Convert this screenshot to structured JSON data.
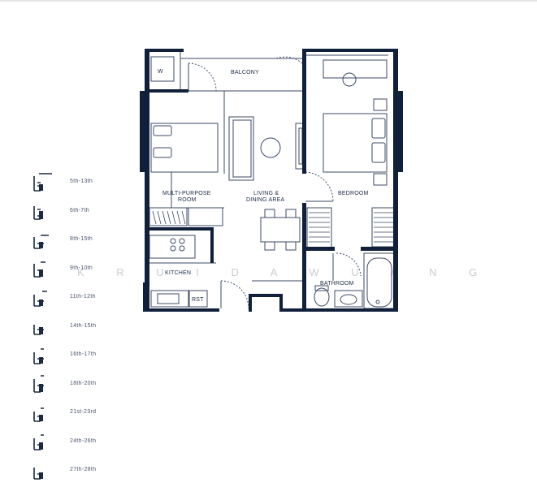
{
  "floorplan": {
    "rooms": {
      "balcony": "BALCONY",
      "washer": "W",
      "multi_purpose_line1": "MULTI-PURPOSE",
      "multi_purpose_line2": "ROOM",
      "living_line1": "LIVING &",
      "living_line2": "DINING AREA",
      "bedroom": "BEDROOM",
      "kitchen": "KITCHEN",
      "refrigerator": "RST",
      "bathroom": "BATHROOM"
    },
    "watermark": "K  R  U  I  D  A  W  U  A  N  G",
    "colors": {
      "wall": "#101f3a",
      "line": "#3b4a66",
      "accent": "#1b2a44"
    }
  },
  "unit_list": {
    "items": [
      {
        "label": "5th-13th"
      },
      {
        "label": "6th-7th"
      },
      {
        "label": "8th-15th"
      },
      {
        "label": "9th-10th"
      },
      {
        "label": "11th-12th"
      },
      {
        "label": "14th-15th"
      },
      {
        "label": "16th-17th"
      },
      {
        "label": "18th-20th"
      },
      {
        "label": "21st-23rd"
      },
      {
        "label": "24th-26th"
      },
      {
        "label": "27th-28th"
      }
    ]
  }
}
